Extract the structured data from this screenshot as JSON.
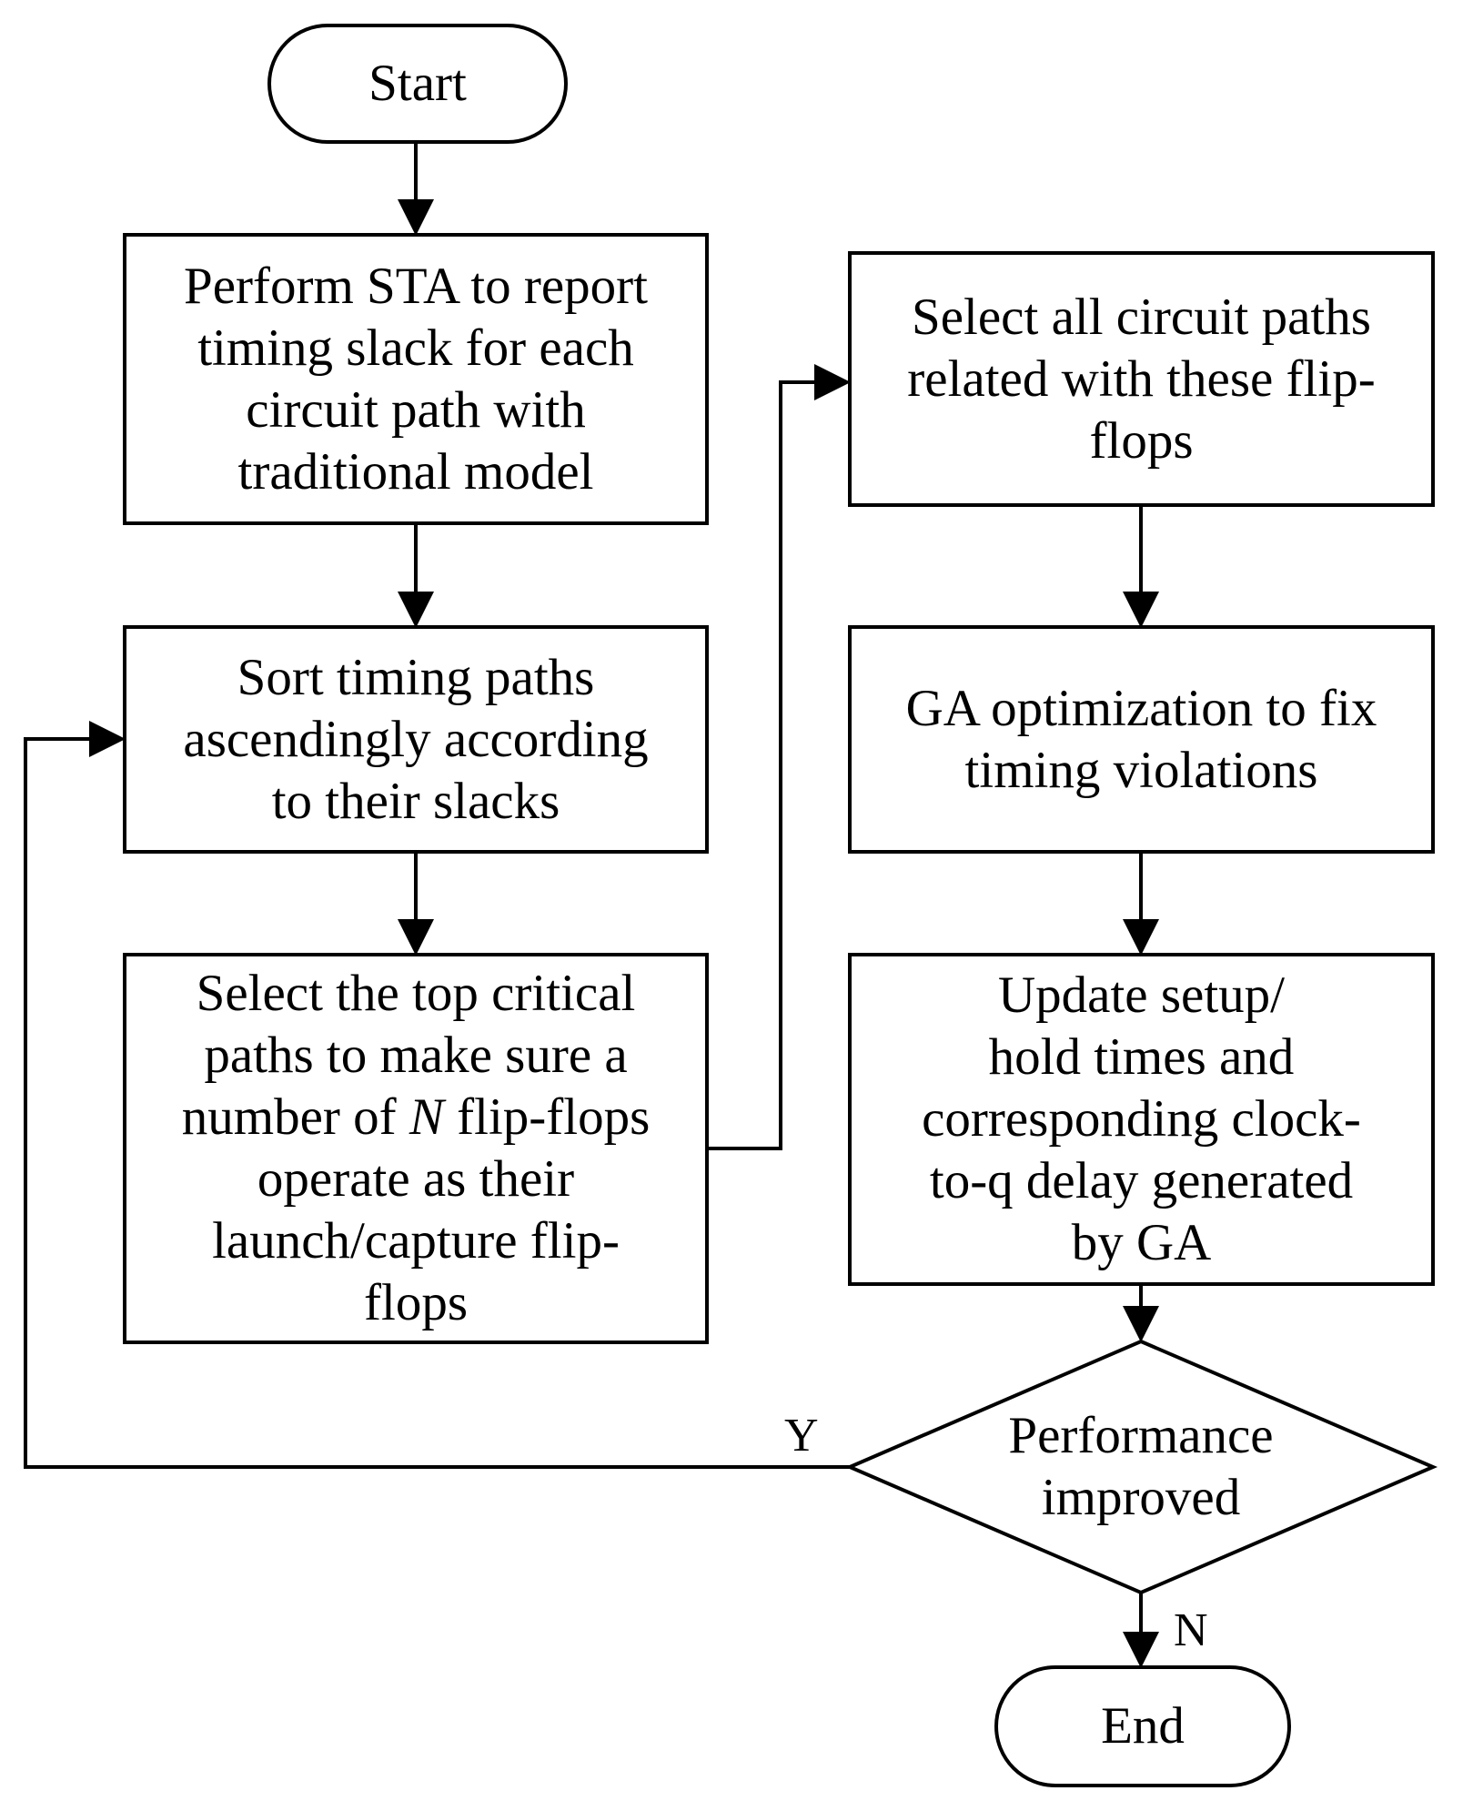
{
  "nodes": {
    "start": {
      "label": "Start"
    },
    "perform_sta": {
      "lines": [
        "Perform STA to report",
        "timing slack for each",
        "circuit path with",
        "traditional model"
      ]
    },
    "sort_paths": {
      "lines": [
        "Sort timing paths",
        "ascendingly according",
        "to their slacks"
      ]
    },
    "select_top": {
      "lines": [
        "Select the top critical",
        "paths to make sure a"
      ],
      "line3_pre": "number of ",
      "line3_var": "N",
      "line3_post": " flip-flops",
      "lines_after": [
        "operate as their",
        "launch/capture flip-",
        "flops"
      ]
    },
    "select_all": {
      "lines": [
        "Select all circuit paths",
        "related with these flip-",
        "flops"
      ]
    },
    "ga_opt": {
      "lines": [
        "GA optimization to fix",
        "timing violations"
      ]
    },
    "update": {
      "lines": [
        "Update setup/",
        "hold times and",
        "corresponding clock-",
        "to-q delay generated",
        "by GA"
      ]
    },
    "decision": {
      "lines": [
        "Performance",
        "improved"
      ]
    },
    "end": {
      "label": "End"
    }
  },
  "edge_labels": {
    "yes": "Y",
    "no": "N"
  },
  "colors": {
    "stroke": "#000000",
    "background": "#ffffff"
  }
}
